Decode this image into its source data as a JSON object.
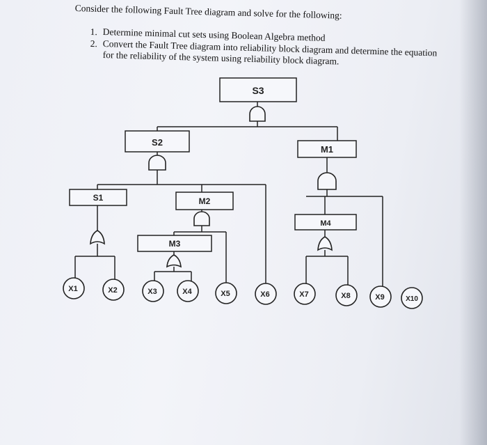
{
  "heading": "Consider the following Fault Tree diagram and solve for the following:",
  "questions": [
    {
      "num": "1.",
      "text": "Determine minimal cut sets using Boolean Algebra method"
    },
    {
      "num": "2.",
      "text": "Convert the Fault Tree diagram into reliability block diagram and determine the equation",
      "text2": "for the reliability of the system using reliability block diagram."
    }
  ],
  "nodes": {
    "S3": "S3",
    "S2": "S2",
    "M1": "M1",
    "S1": "S1",
    "M2": "M2",
    "M4": "M4",
    "M3": "M3"
  },
  "events": [
    "X1",
    "X2",
    "X3",
    "X4",
    "X5",
    "X6",
    "X7",
    "X8",
    "X9",
    "X10"
  ]
}
